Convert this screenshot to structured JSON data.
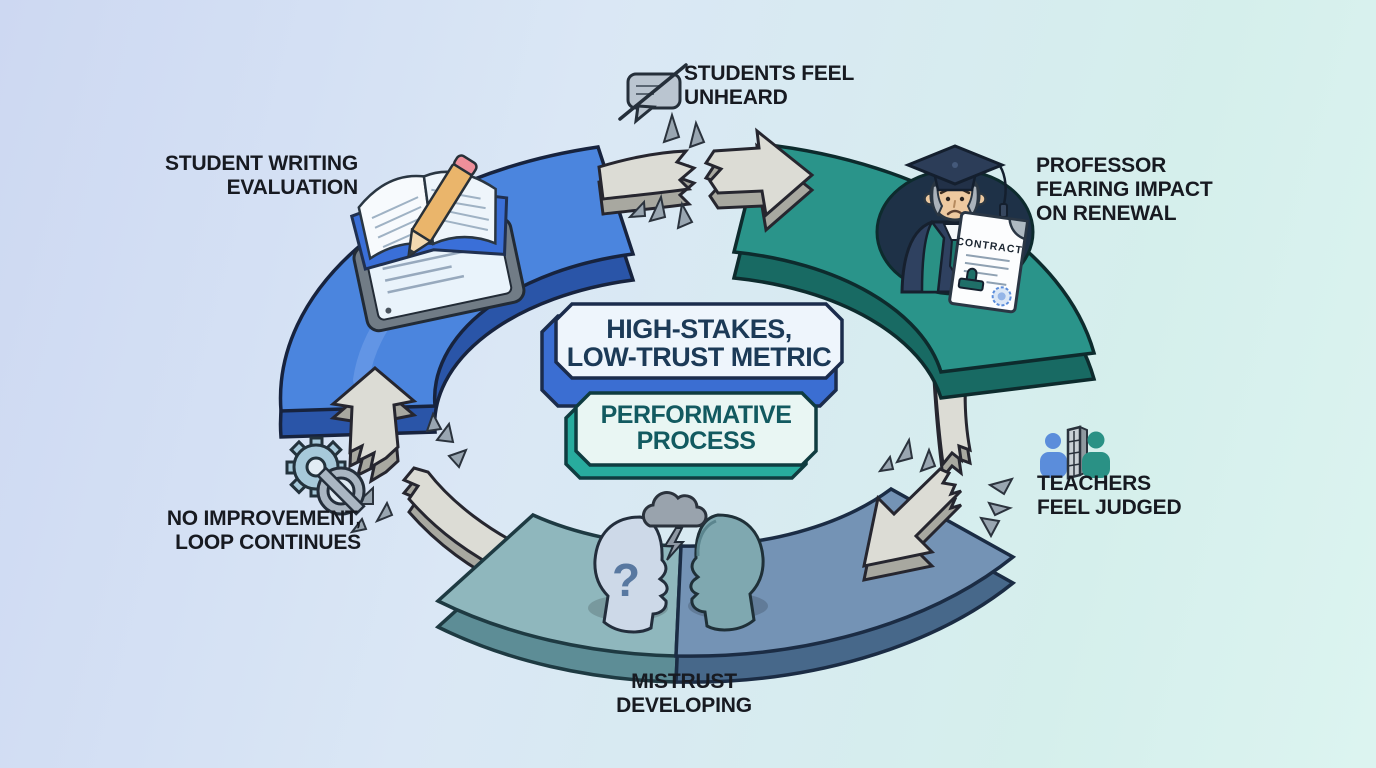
{
  "diagram": {
    "title_box_primary": {
      "label": "HIGH-STAKES,\nLOW-TRUST METRIC",
      "accent": "#3b6ed2"
    },
    "title_box_secondary": {
      "label": "PERFORMATIVE\nPROCESS",
      "accent": "#28ac9e"
    },
    "labels": {
      "student_writing_evaluation": "STUDENT WRITING\nEVALUATION",
      "students_feel_unheard": "STUDENTS FEEL\nUNHEARD",
      "professor_fearing": "PROFESSOR\nFEARING IMPACT\nON RENEWAL",
      "teachers_feel_judged": "TEACHERS\nFEEL JUDGED",
      "mistrust_developing": "MISTRUST\nDEVELOPING",
      "no_improvement": "NO IMPROVEMENT,\nLOOP CONTINUES"
    },
    "contract_label": "CONTRACT",
    "question_mark": "?",
    "icons": {
      "muted_speech": "muted-speech-bubble-icon",
      "writing": "book-pencil-tablet-icon",
      "professor": "professor-contract-icon",
      "judged": "teachers-wall-icon",
      "mistrust": "facing-heads-storm-icon",
      "blocked": "blocked-gear-icon"
    },
    "colors": {
      "arc_evaluation": "#4b85de",
      "arc_professor": "#2a948a",
      "arc_mistrust_left": "#8fb7bd",
      "arc_mistrust_right": "#7493b5",
      "arrow_face": "#dcdcd5",
      "text": "#171a21",
      "background_left": "#cdd8f2",
      "background_right": "#dcf4f0"
    }
  }
}
